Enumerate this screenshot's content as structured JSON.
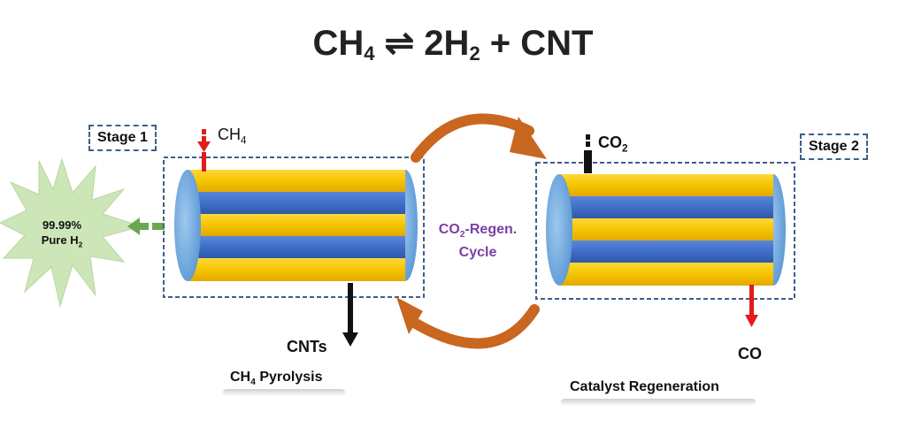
{
  "equation": {
    "left_base": "CH",
    "left_sub": "4",
    "arrow": "⇌",
    "right_coef": "2H",
    "right_sub": "2",
    "right_rest": " + CNT"
  },
  "stage1": {
    "label": "Stage 1",
    "inlet_base": "CH",
    "inlet_sub": "4",
    "outlet": "CNTs",
    "caption_base": "CH",
    "caption_sub": "4",
    "caption_rest": " Pyrolysis"
  },
  "stage2": {
    "label": "Stage 2",
    "inlet_base": "CO",
    "inlet_sub": "2",
    "outlet": "CO",
    "caption": "Catalyst Regeneration"
  },
  "cycle": {
    "line1_base": "CO",
    "line1_sub": "2",
    "line1_rest": "-Regen.",
    "line2": "Cycle"
  },
  "product": {
    "line1": "99.99%",
    "line2_base": "Pure H",
    "line2_sub": "2"
  },
  "colors": {
    "yellow": "#f5c400",
    "blue": "#3f6fc9",
    "cap": "#6aa6dc",
    "cycle_arrow": "#c9661f",
    "burst": "#cde6b8",
    "green_arrow": "#6aa84f",
    "red_arrow": "#e21b1b",
    "dashed": "#3d5f8a",
    "cycle_text": "#7a3fa6"
  }
}
